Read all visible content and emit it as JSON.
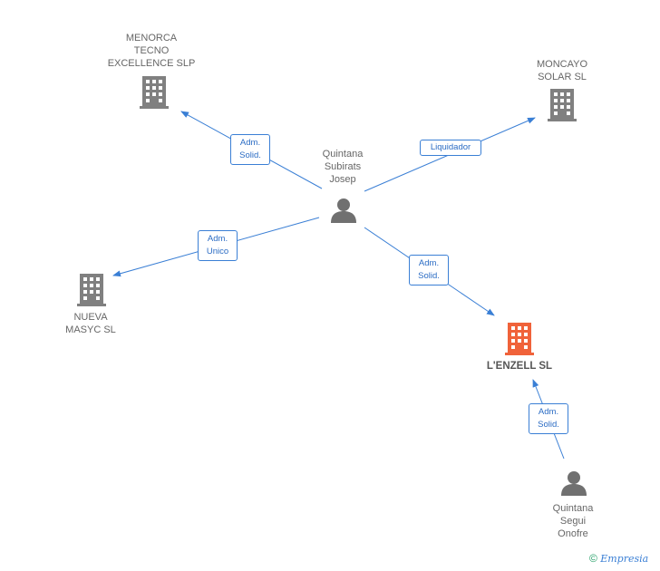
{
  "nodes": {
    "menorca": {
      "label": "MENORCA\nTECNO\nEXCELLENCE SLP",
      "icon": "building-icon",
      "color": "#808080"
    },
    "moncayo": {
      "label": "MONCAYO\nSOLAR SL",
      "icon": "building-icon",
      "color": "#808080"
    },
    "nueva": {
      "label": "NUEVA\nMASYC SL",
      "icon": "building-icon",
      "color": "#808080"
    },
    "lenzell": {
      "label": "L'ENZELL SL",
      "icon": "building-icon",
      "color": "#f0623a"
    },
    "josep": {
      "label": "Quintana\nSubirats\nJosep",
      "icon": "person-icon",
      "color": "#707070"
    },
    "onofre": {
      "label": "Quintana\nSegui\nOnofre",
      "icon": "person-icon",
      "color": "#707070"
    }
  },
  "edges": {
    "josep_menorca": "Adm.\nSolid.",
    "josep_moncayo": "Liquidador",
    "josep_nueva": "Adm.\nUnico",
    "josep_lenzell": "Adm.\nSolid.",
    "onofre_lenzell": "Adm.\nSolid."
  },
  "edge_color": "#3a7fd5",
  "footer": {
    "copyright": "©",
    "brand": "Empresia"
  }
}
